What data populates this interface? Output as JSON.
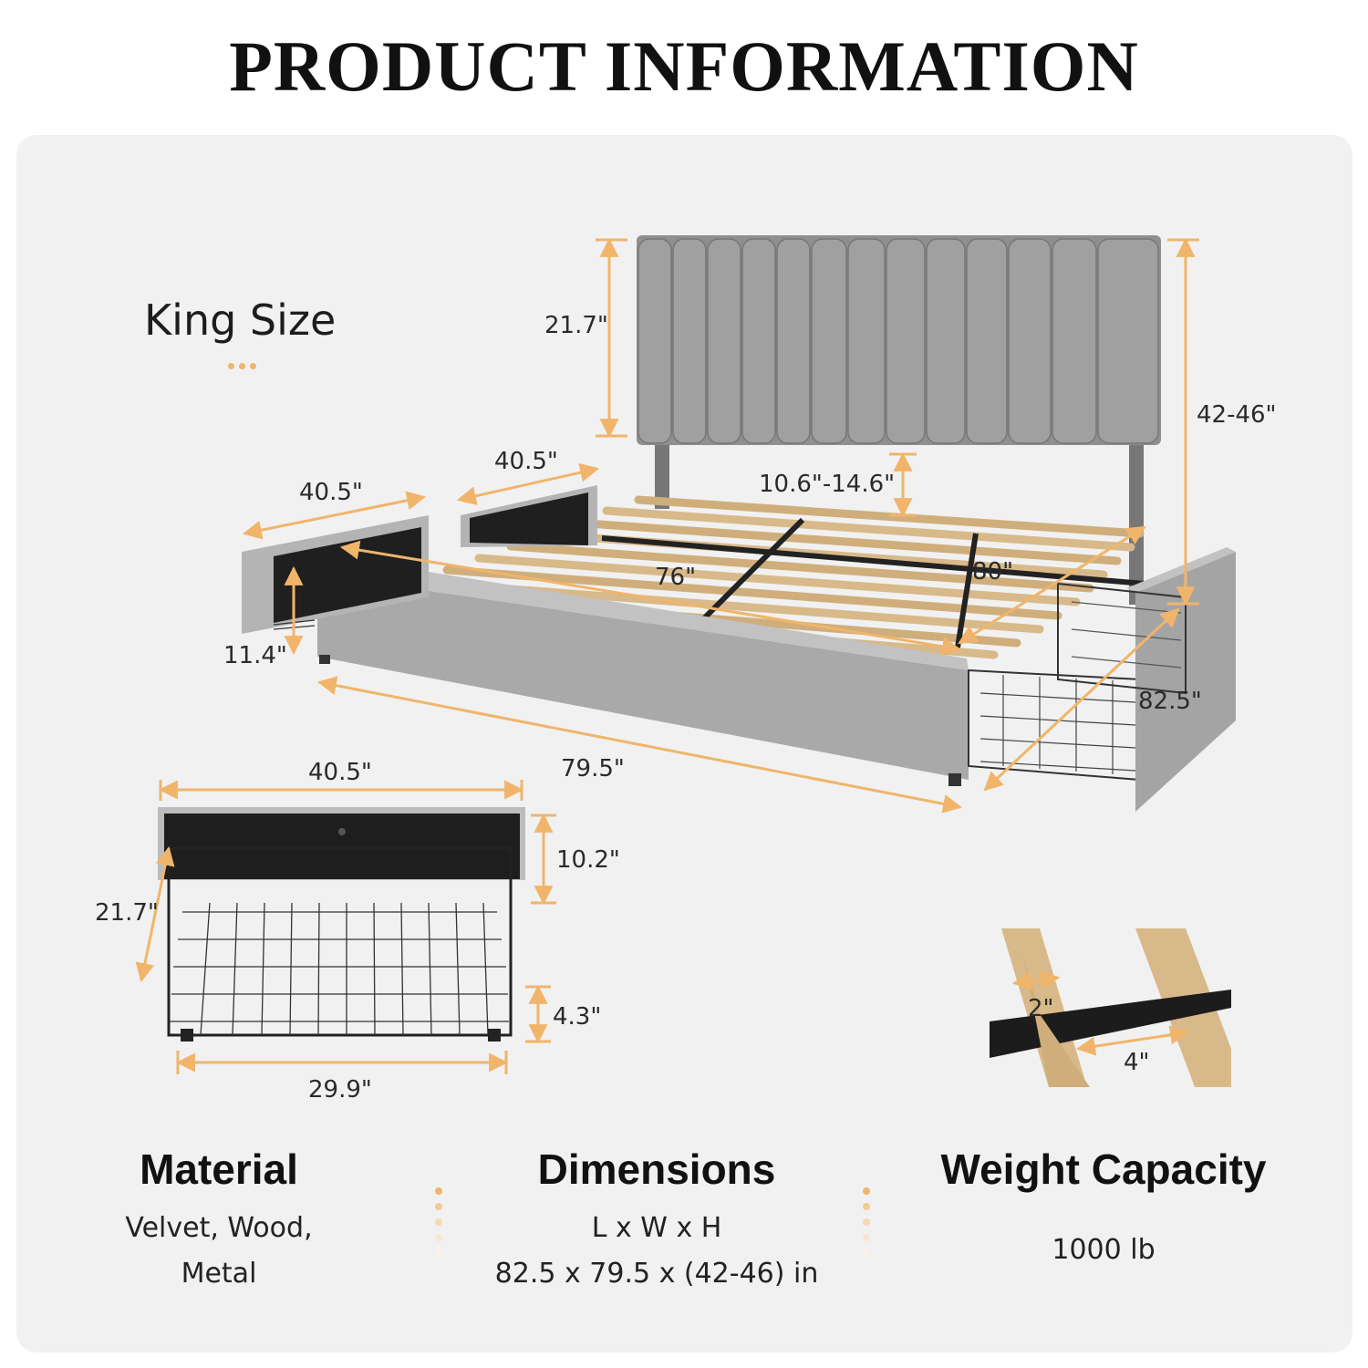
{
  "title": "PRODUCT INFORMATION",
  "size_label": "King Size",
  "colors": {
    "accent": "#f0b56a",
    "panel": "#f1f1f1",
    "fabric": "#9c9c9c",
    "wood": "#d8b98a"
  },
  "dimensions": {
    "headboard_height": "21.7\"",
    "total_height": "42-46\"",
    "bed_clearance": "10.6\"-14.6\"",
    "side_drawer_width_left": "40.5\"",
    "side_drawer_width_right": "40.5\"",
    "inner_length": "76\"",
    "inner_width": "80\"",
    "drawer_height": "11.4\"",
    "overall_length": "82.5\"",
    "overall_width": "79.5\"",
    "drawer_front_width": "40.5\"",
    "drawer_front_height": "10.2\"",
    "drawer_depth": "21.7\"",
    "basket_height": "4.3\"",
    "basket_width": "29.9\"",
    "slat_width": "2\"",
    "slat_gap": "4\""
  },
  "info": {
    "material": {
      "heading": "Material",
      "line1": "Velvet, Wood,",
      "line2": "Metal"
    },
    "dimensions": {
      "heading": "Dimensions",
      "line1": "L x W x H",
      "line2": "82.5 x 79.5 x (42-46) in"
    },
    "weight": {
      "heading": "Weight Capacity",
      "line1": "1000 lb"
    }
  }
}
